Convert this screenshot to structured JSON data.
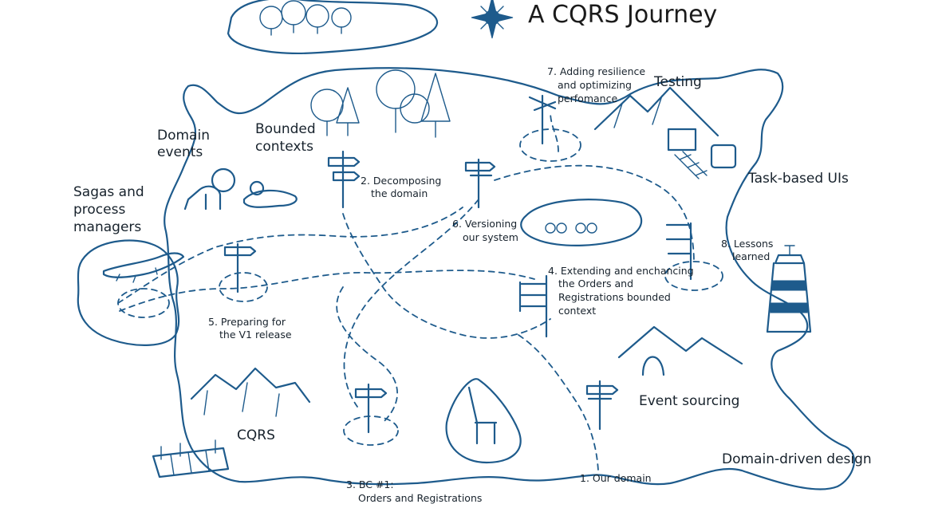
{
  "title": "A CQRS Journey",
  "areas": {
    "domain_events": [
      "Domain",
      "events"
    ],
    "bounded_contexts": [
      "Bounded",
      "contexts"
    ],
    "sagas": [
      "Sagas and",
      "process",
      "managers"
    ],
    "testing": "Testing",
    "task_based_uis": "Task-based UIs",
    "event_sourcing": "Event sourcing",
    "domain_driven_design": "Domain-driven design",
    "cqrs": "CQRS"
  },
  "stops": {
    "s1": [
      "1. Our domain"
    ],
    "s2": [
      "2. Decomposing",
      "the domain"
    ],
    "s3": [
      "3. BC #1:",
      "Orders and Registrations"
    ],
    "s4": [
      "4. Extending and enchancing",
      "the Orders and",
      "Registrations bounded",
      "context"
    ],
    "s5": [
      "5. Preparing for",
      "the V1 release"
    ],
    "s6": [
      "6. Versioning",
      "our system"
    ],
    "s7": [
      "7. Adding resilience",
      "and optimizing",
      "perfomance"
    ],
    "s8": [
      "8. Lessons",
      "learned"
    ]
  },
  "colors": {
    "ink": "#1e5b8c",
    "text": "#17222c"
  },
  "icons": [
    "compass-rose-icon",
    "signpost-icon",
    "lion-icon",
    "tiger-icon",
    "crocodile-icon",
    "giraffe-icon",
    "lighthouse-icon",
    "tunnel-icon",
    "tree-icon",
    "mountain-icon",
    "cave-icon",
    "dock-icon",
    "bicycle-icon"
  ]
}
